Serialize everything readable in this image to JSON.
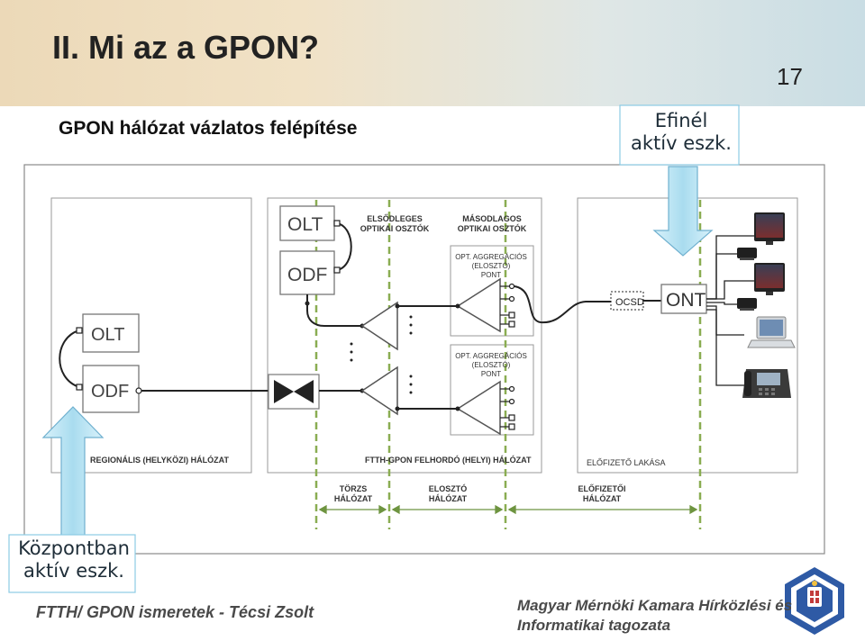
{
  "slide": {
    "title": "II. Mi az a GPON?",
    "page_number": "17",
    "subtitle": "GPON hálózat vázlatos felépítése"
  },
  "callouts": {
    "efinel": {
      "line1": "Efinél",
      "line2": "aktív eszk."
    },
    "kozpont": {
      "line1": "Központban",
      "line2": "aktív eszk."
    }
  },
  "diagram": {
    "left_panel": {
      "olt": "OLT",
      "odf": "ODF",
      "zone_label": "REGIONÁLIS (HELYKÖZI) HÁLÓZAT"
    },
    "middle_panel": {
      "olt": "OLT",
      "odf": "ODF",
      "primary_splitters": "ELSŐDLEGES",
      "primary_splitters_2": "OPTIKAI OSZTÓK",
      "secondary_splitters": "MÁSODLAGOS",
      "secondary_splitters_2": "OPTIKAI OSZTÓK",
      "aggregation_1": "OPT. AGGREGÁCIÓS",
      "aggregation_2": "(ELOSZTÓ)",
      "aggregation_3": "PONT",
      "zone_label": "FTTH-GPON FELHORDÓ (HELYI) HÁLÓZAT"
    },
    "right_panel": {
      "ocsd": "OCSD",
      "ont": "ONT",
      "zone_label": "ELŐFIZETŐ LAKÁSA"
    },
    "segments": {
      "torzs_1": "TÖRZS",
      "torzs_2": "HÁLÓZAT",
      "eloszto_1": "ELOSZTÓ",
      "eloszto_2": "HÁLÓZAT",
      "elofizetoi_1": "ELŐFIZETŐI",
      "elofizetoi_2": "HÁLÓZAT"
    }
  },
  "footer": {
    "left": "FTTH/ GPON ismeretek - Técsi Zsolt",
    "right_line1": "Magyar Mérnöki Kamara Hírközlési és",
    "right_line2": "Informatikai tagozata"
  },
  "colors": {
    "dashed_green": "#8aad52",
    "arrow_fill": "#b9e3f2",
    "arrow_stroke": "#6fb0cf",
    "logo_blue": "#2e5aa5"
  }
}
